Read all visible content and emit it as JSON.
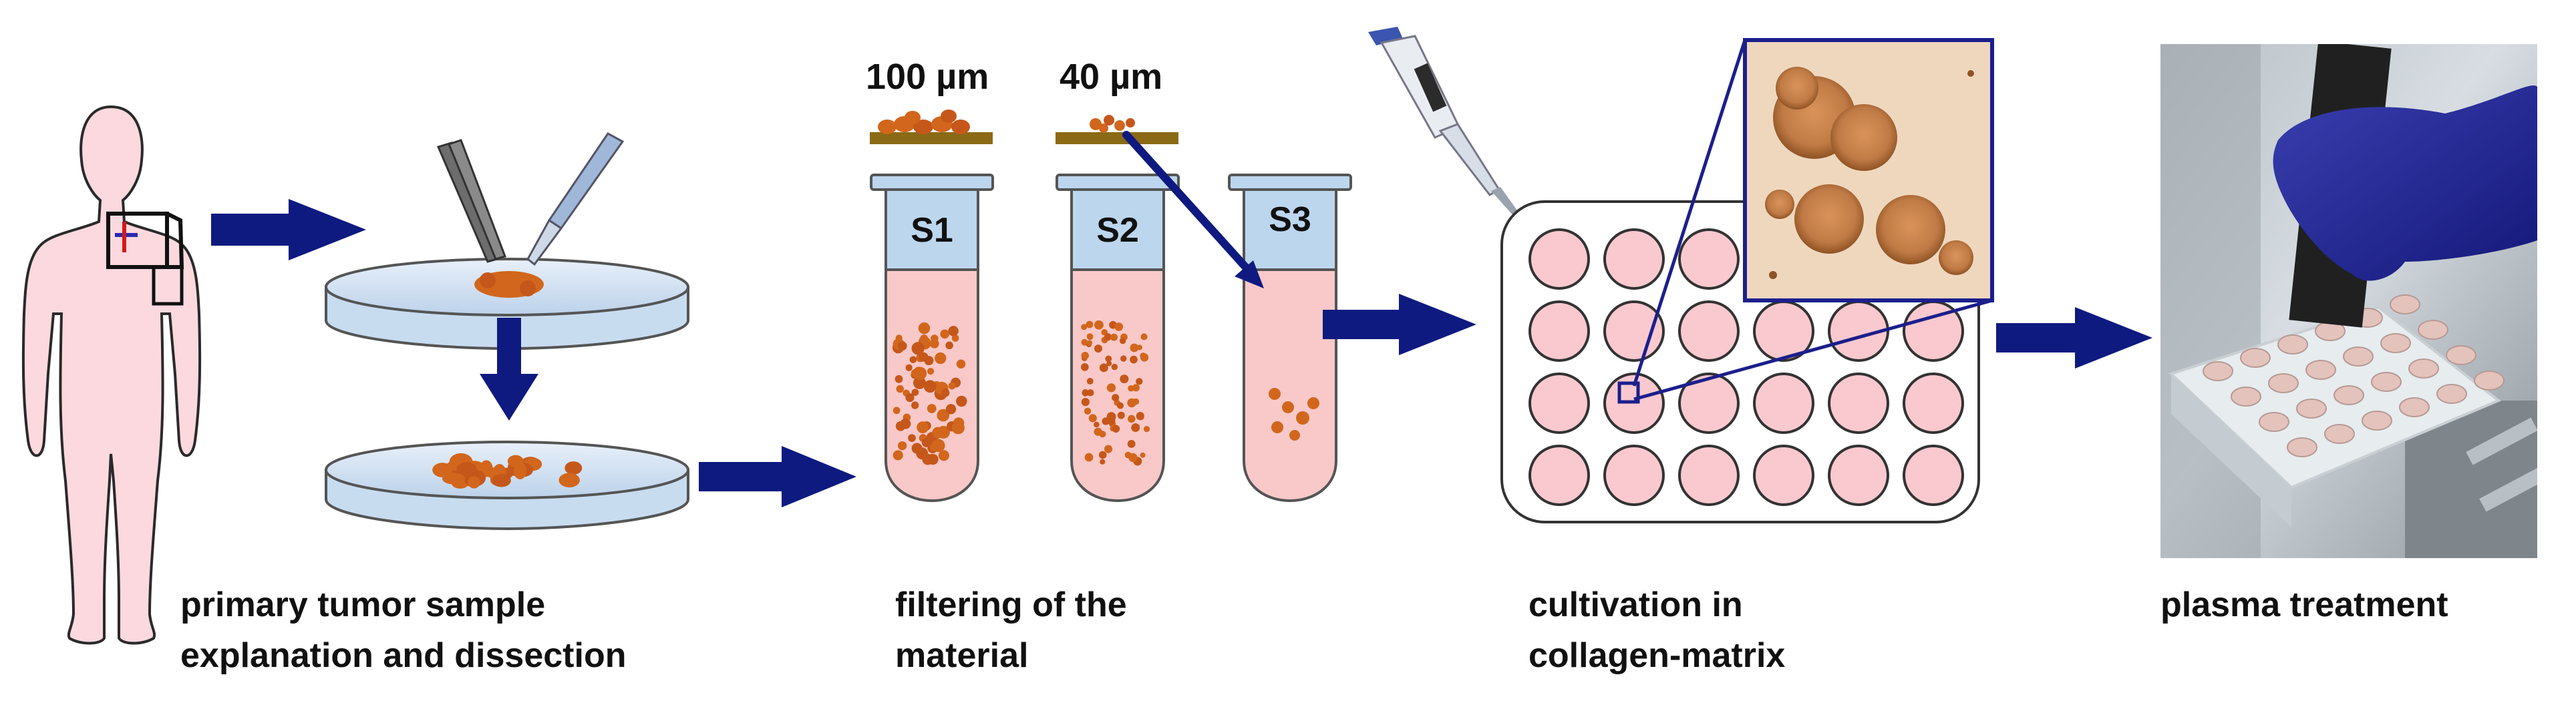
{
  "filters": {
    "coarse": "100 µm",
    "fine": "40 µm"
  },
  "tubes": [
    "S1",
    "S2",
    "S3"
  ],
  "captions": {
    "step1": [
      "primary tumor sample",
      "explanation  and dissection"
    ],
    "step2": [
      "filtering  of the",
      "material"
    ],
    "step3": [
      "cultivation  in",
      "collagen-matrix"
    ],
    "step4": [
      "plasma  treatment"
    ]
  },
  "colors": {
    "arrow": "#0f1a80",
    "tissue": "#d2661c",
    "tube_liquid": "#f9c9c9",
    "tube_cap": "#bcd6ee",
    "well": "#f9c9cf",
    "dish": "#d6e6f6",
    "filter": "#8a6a14",
    "zoom_frame": "#1b1f8c"
  },
  "icons": [
    "human-silhouette-icon",
    "forceps-icon",
    "scalpel-icon",
    "pipette-icon"
  ]
}
